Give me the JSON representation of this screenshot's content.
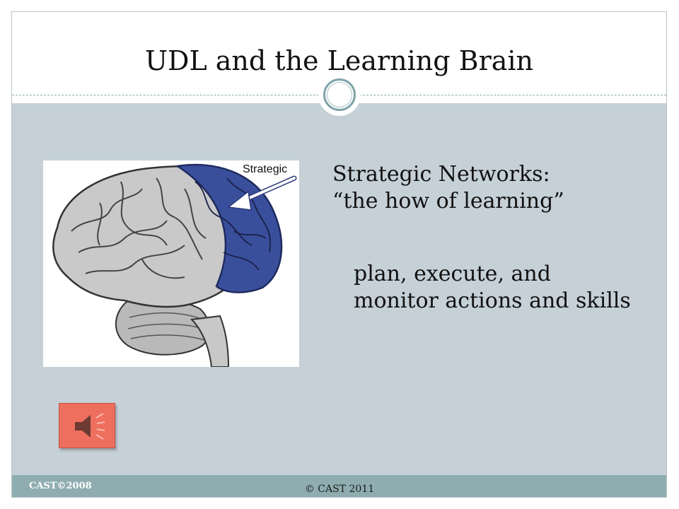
{
  "slide": {
    "title": "UDL and the Learning Brain",
    "heading_line1": "Strategic Networks:",
    "heading_line2": "“the how of learning”",
    "body": "plan, execute, and monitor actions and skills"
  },
  "image": {
    "label": "Strategic"
  },
  "footer": {
    "left": "CAST©2008",
    "center": "© CAST 2011"
  },
  "icons": {
    "sound": "speaker-icon"
  },
  "colors": {
    "content_bg": "#c5d0d7",
    "footer_bg": "#8fadb1",
    "accent_ring": "#7fa3a8",
    "strategic_region": "#3a4f9c",
    "sound_button": "#ef6f5e"
  }
}
